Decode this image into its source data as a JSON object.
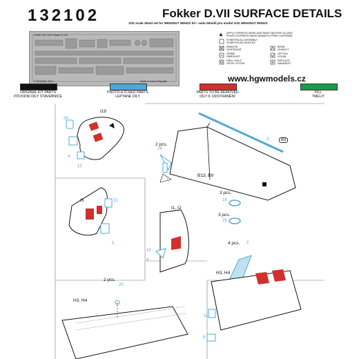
{
  "header": {
    "code": "132102",
    "title": "Fokker D.VII SURFACE DETAILS",
    "subtitle": "1/32 scale detail set for WINGNUT WINGS kit  • sada detailů pro model 1/32 WINGNUT WINGS",
    "url": "www.hgwmodels.cz"
  },
  "sheet": {
    "code_label": "HGW 132 105  Fokker D.VII",
    "copyright": "© EDUARD 2013",
    "made_in": "Made in Czech Republic"
  },
  "legend_symbols": [
    {
      "en": "APPLY EXPRESS MASK AND PAINT BEFORE GLUING",
      "cz": "POUŽIJ EXPRESS MASK NAMAPUJ PŘED SLEPENÍM"
    },
    {
      "en": "SYMETRICAL ASSEMBLY",
      "cz": "SYMETRICKÁ MONTÁŽ"
    },
    {
      "en": "REMOVE",
      "cz": "ODSTRANIT"
    },
    {
      "en": "BEND",
      "cz": "OHNOUT"
    },
    {
      "en": "GRIND",
      "cz": "OBROUSIT"
    },
    {
      "en": "OPTION",
      "cz": "VOLBA"
    },
    {
      "en": "DRILL HOLE",
      "cz": "VRTAT OTVOR"
    },
    {
      "en": "REPLACE",
      "cz": "NAHRADIT"
    }
  ],
  "color_key": [
    {
      "en": "ORIGINAL KIT PARTS",
      "cz": "PŮVODNÍ DÍLY STAVEBNICE",
      "color": "#111111"
    },
    {
      "en": "PHOTO-ETCHED PARTS",
      "cz": "LEPTANÉ DÍLY",
      "color": "#4fa9d5"
    },
    {
      "en": "PARTS TO BE REMOVED",
      "cz": "DÍLY K ODSTRANĚNÍ",
      "color": "#d0312d"
    },
    {
      "en": "FILL",
      "cz": "TMELIT",
      "color": "#1f9a48"
    }
  ],
  "steps": {
    "s1": {
      "part": "I19",
      "nums": [
        "29",
        "4",
        "12"
      ]
    },
    "s2": {
      "pcs": "2 pcs.",
      "nums": [
        "24",
        "1"
      ],
      "label": "B13, B9",
      "ref": "3",
      "ref2": "B3"
    },
    "s3": {
      "part": "I5",
      "nums": [
        "21",
        "5"
      ]
    },
    "s4": {
      "part": "I1, I2",
      "nums": [
        "10",
        "9"
      ]
    },
    "s5": {
      "pcs": "3 pcs.",
      "num": "16",
      "pcs2": "3 pcs.",
      "num2": "25"
    },
    "s6": {
      "pcs": "2 pcs.",
      "num": "20",
      "label": "H3, H4"
    },
    "s7": {
      "pcs": "4 pcs.",
      "num": "2",
      "label": "H3, H4",
      "nums": [
        "11",
        "6"
      ]
    }
  }
}
